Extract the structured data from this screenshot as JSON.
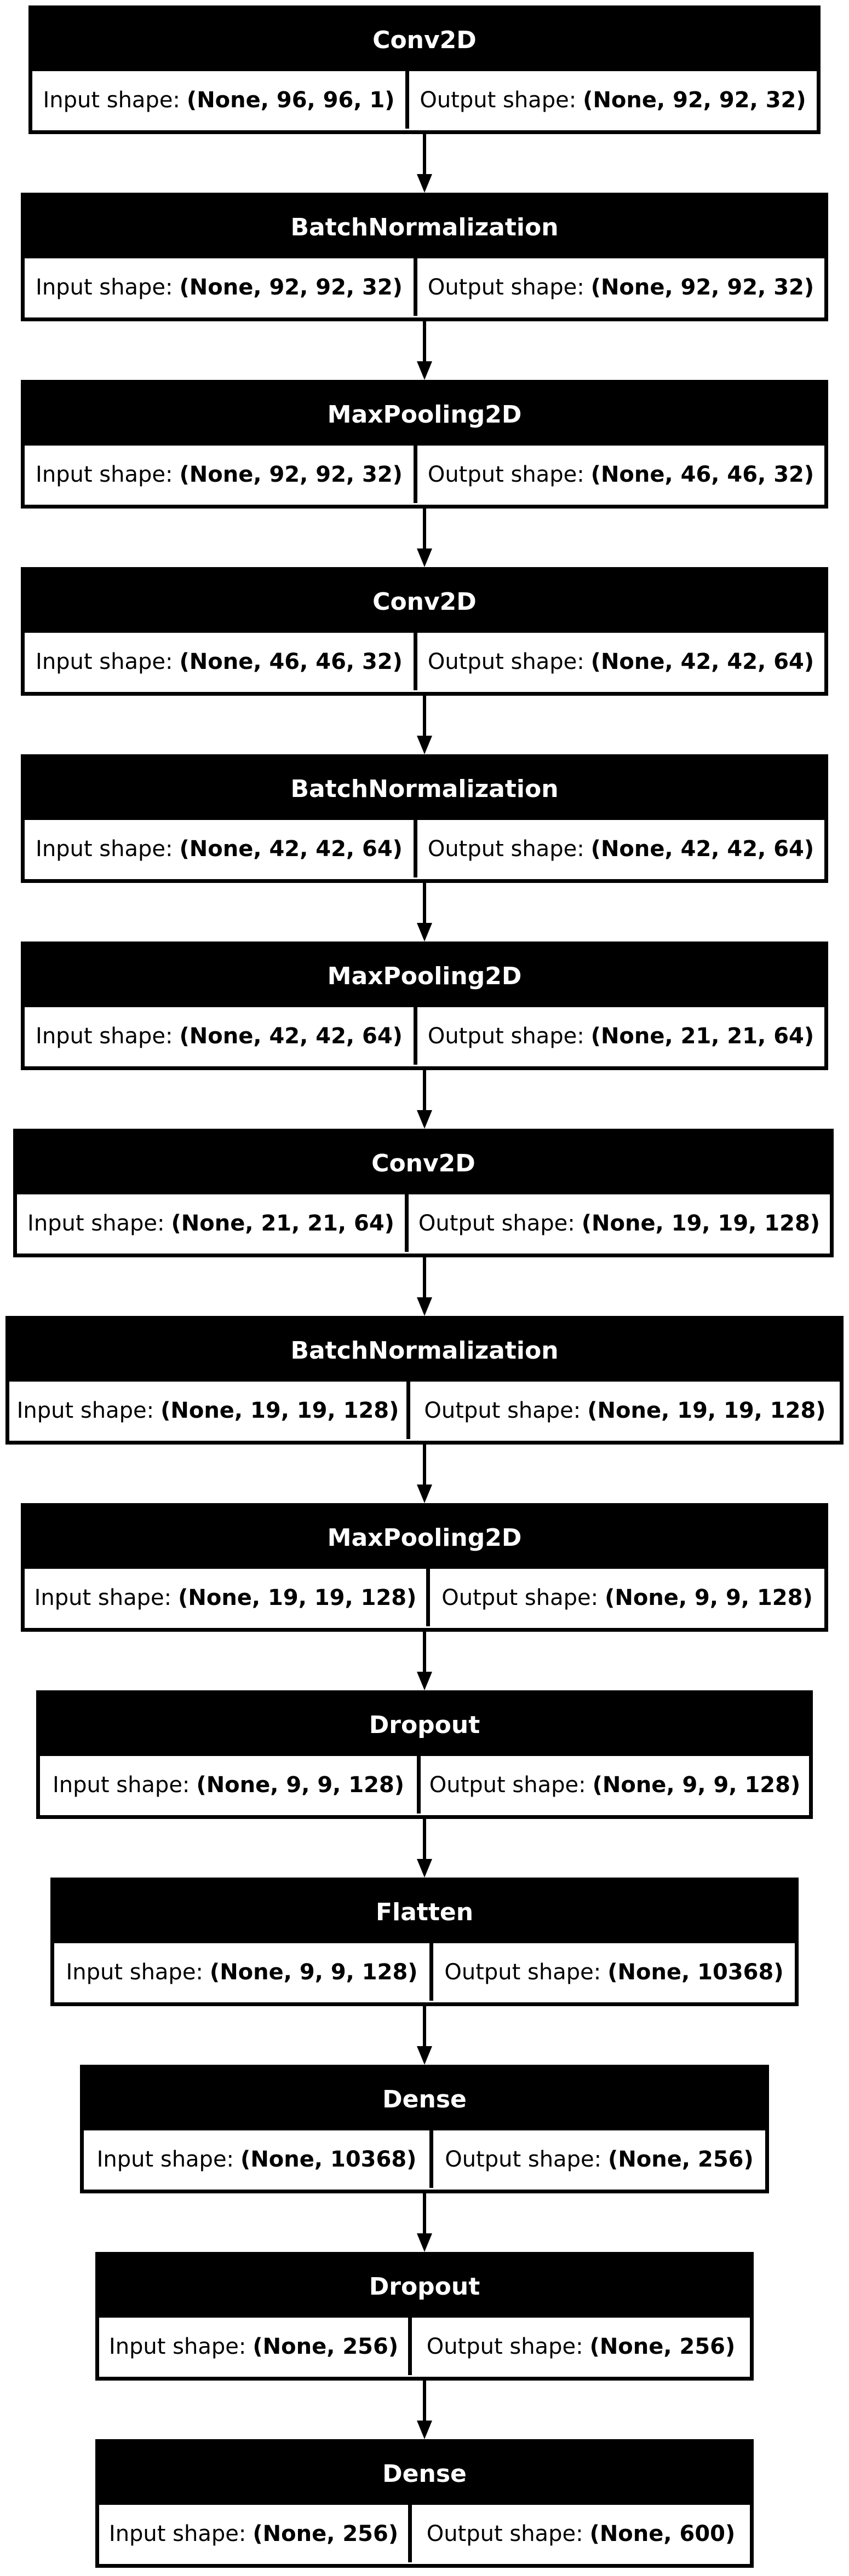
{
  "diagram": {
    "layers": [
      {
        "name": "Conv2D",
        "input_label": "Input shape:",
        "input_shape": "(None, 96, 96, 1)",
        "output_label": "Output shape:",
        "output_shape": "(None, 92, 92, 32)"
      },
      {
        "name": "BatchNormalization",
        "input_label": "Input shape:",
        "input_shape": "(None, 92, 92, 32)",
        "output_label": "Output shape:",
        "output_shape": "(None, 92, 92, 32)"
      },
      {
        "name": "MaxPooling2D",
        "input_label": "Input shape:",
        "input_shape": "(None, 92, 92, 32)",
        "output_label": "Output shape:",
        "output_shape": "(None, 46, 46, 32)"
      },
      {
        "name": "Conv2D",
        "input_label": "Input shape:",
        "input_shape": "(None, 46, 46, 32)",
        "output_label": "Output shape:",
        "output_shape": "(None, 42, 42, 64)"
      },
      {
        "name": "BatchNormalization",
        "input_label": "Input shape:",
        "input_shape": "(None, 42, 42, 64)",
        "output_label": "Output shape:",
        "output_shape": "(None, 42, 42, 64)"
      },
      {
        "name": "MaxPooling2D",
        "input_label": "Input shape:",
        "input_shape": "(None, 42, 42, 64)",
        "output_label": "Output shape:",
        "output_shape": "(None, 21, 21, 64)"
      },
      {
        "name": "Conv2D",
        "input_label": "Input shape:",
        "input_shape": "(None, 21, 21, 64)",
        "output_label": "Output shape:",
        "output_shape": "(None, 19, 19, 128)"
      },
      {
        "name": "BatchNormalization",
        "input_label": "Input shape:",
        "input_shape": "(None, 19, 19, 128)",
        "output_label": "Output shape:",
        "output_shape": "(None, 19, 19, 128)"
      },
      {
        "name": "MaxPooling2D",
        "input_label": "Input shape:",
        "input_shape": "(None, 19, 19, 128)",
        "output_label": "Output shape:",
        "output_shape": "(None, 9, 9, 128)"
      },
      {
        "name": "Dropout",
        "input_label": "Input shape:",
        "input_shape": "(None, 9, 9, 128)",
        "output_label": "Output shape:",
        "output_shape": "(None, 9, 9, 128)"
      },
      {
        "name": "Flatten",
        "input_label": "Input shape:",
        "input_shape": "(None, 9, 9, 128)",
        "output_label": "Output shape:",
        "output_shape": "(None, 10368)"
      },
      {
        "name": "Dense",
        "input_label": "Input shape:",
        "input_shape": "(None, 10368)",
        "output_label": "Output shape:",
        "output_shape": "(None, 256)"
      },
      {
        "name": "Dropout",
        "input_label": "Input shape:",
        "input_shape": "(None, 256)",
        "output_label": "Output shape:",
        "output_shape": "(None, 256)"
      },
      {
        "name": "Dense",
        "input_label": "Input shape:",
        "input_shape": "(None, 256)",
        "output_label": "Output shape:",
        "output_shape": "(None, 600)"
      }
    ]
  }
}
